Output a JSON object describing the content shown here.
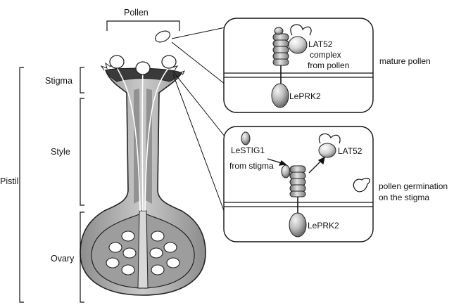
{
  "labels": {
    "pollen": "Pollen",
    "stigma": "Stigma",
    "style": "Style",
    "pistil": "Pistil",
    "ovary": "Ovary",
    "mature_pollen": "mature pollen",
    "pollen_germination_1": "pollen germination",
    "pollen_germination_2": "on the stigma"
  },
  "top_panel": {
    "lat52": "LAT52",
    "complex": "complex",
    "from_pollen": "from pollen",
    "leprk2": "LePRK2"
  },
  "bottom_panel": {
    "lestig1": "LeSTIG1",
    "from_stigma": "from stigma",
    "lat52": "LAT52",
    "leprk2": "LePRK2"
  }
}
